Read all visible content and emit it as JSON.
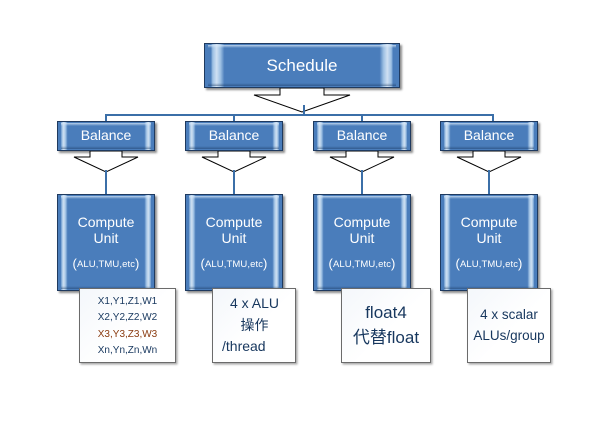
{
  "diagram": {
    "title_node": {
      "label": "Schedule"
    },
    "balance_nodes": [
      {
        "label": "Balance"
      },
      {
        "label": "Balance"
      },
      {
        "label": "Balance"
      },
      {
        "label": "Balance"
      }
    ],
    "compute_units": [
      {
        "line1": "Compute",
        "line2": "Unit",
        "sub": "ALU,TMU,etc"
      },
      {
        "line1": "Compute",
        "line2": "Unit",
        "sub": "ALU,TMU,etc"
      },
      {
        "line1": "Compute",
        "line2": "Unit",
        "sub": "ALU,TMU,etc"
      },
      {
        "line1": "Compute",
        "line2": "Unit",
        "sub": "ALU,TMU,etc"
      }
    ],
    "notes": [
      {
        "line1": "X1,Y1,Z1,W1",
        "line2": "X2,Y2,Z2,W2",
        "line3": "X3,Y3,Z3,W3",
        "line4": "Xn,Yn,Zn,Wn"
      },
      {
        "line1": "4 x ALU",
        "line2": "操作",
        "line3": "/thread"
      },
      {
        "line1": "float4",
        "line2": "代替float"
      },
      {
        "line1": "4 x scalar",
        "line2": "ALUs/group"
      }
    ],
    "colors": {
      "box_fill": "#4a7dbb",
      "box_border": "#1f3a5f",
      "box_text": "#ffffff",
      "connector": "#3b6fa8",
      "note_text": "#17375e",
      "note_highlight_text": "#8a3b10",
      "note_border": "#6b6b6b",
      "background": "#ffffff"
    },
    "paren_open": "(",
    "paren_close": ")"
  }
}
